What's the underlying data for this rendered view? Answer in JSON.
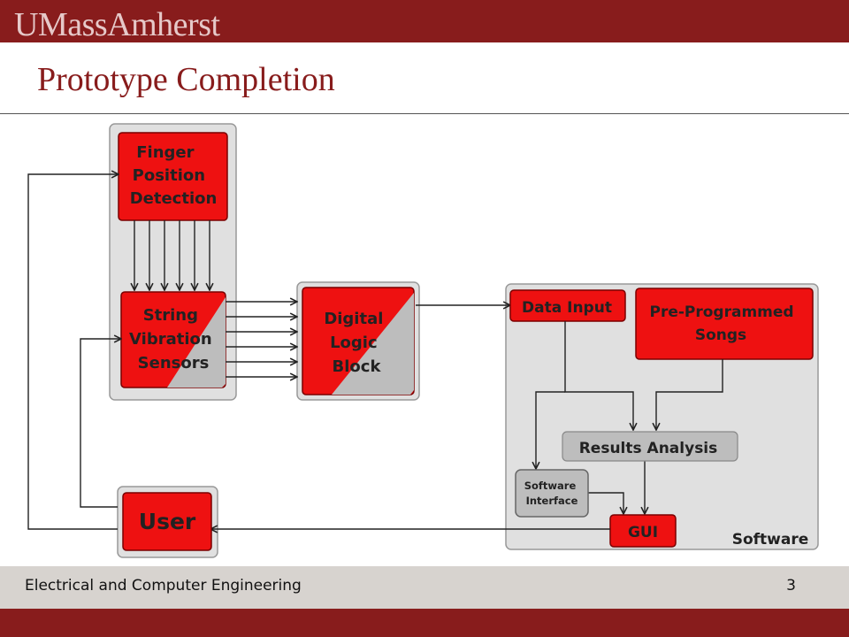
{
  "header": {
    "logo_text": "UMassAmherst",
    "title": "Prototype Completion"
  },
  "footer": {
    "department": "Electrical and Computer Engineering",
    "page_number": "3"
  },
  "diagram": {
    "nodes": {
      "finger_position_detection": {
        "lines": [
          "Finger",
          "Position",
          "Detection"
        ]
      },
      "string_vibration_sensors": {
        "lines": [
          "String",
          "Vibration",
          "Sensors"
        ]
      },
      "digital_logic_block": {
        "lines": [
          "Digital",
          "Logic",
          "Block"
        ]
      },
      "user": {
        "label": "User"
      },
      "data_input": {
        "label": "Data Input"
      },
      "pre_programmed_songs": {
        "lines": [
          "Pre-Programmed",
          "Songs"
        ]
      },
      "results_analysis": {
        "label": "Results Analysis"
      },
      "software_interface": {
        "lines": [
          "Software",
          "Interface"
        ]
      },
      "gui": {
        "label": "GUI"
      }
    },
    "group_labels": {
      "software": "Software"
    },
    "colors": {
      "red": "#ee1111",
      "gray": "#bdbdbd",
      "panel": "#e0e0e0",
      "maroon": "#881c1c"
    }
  }
}
